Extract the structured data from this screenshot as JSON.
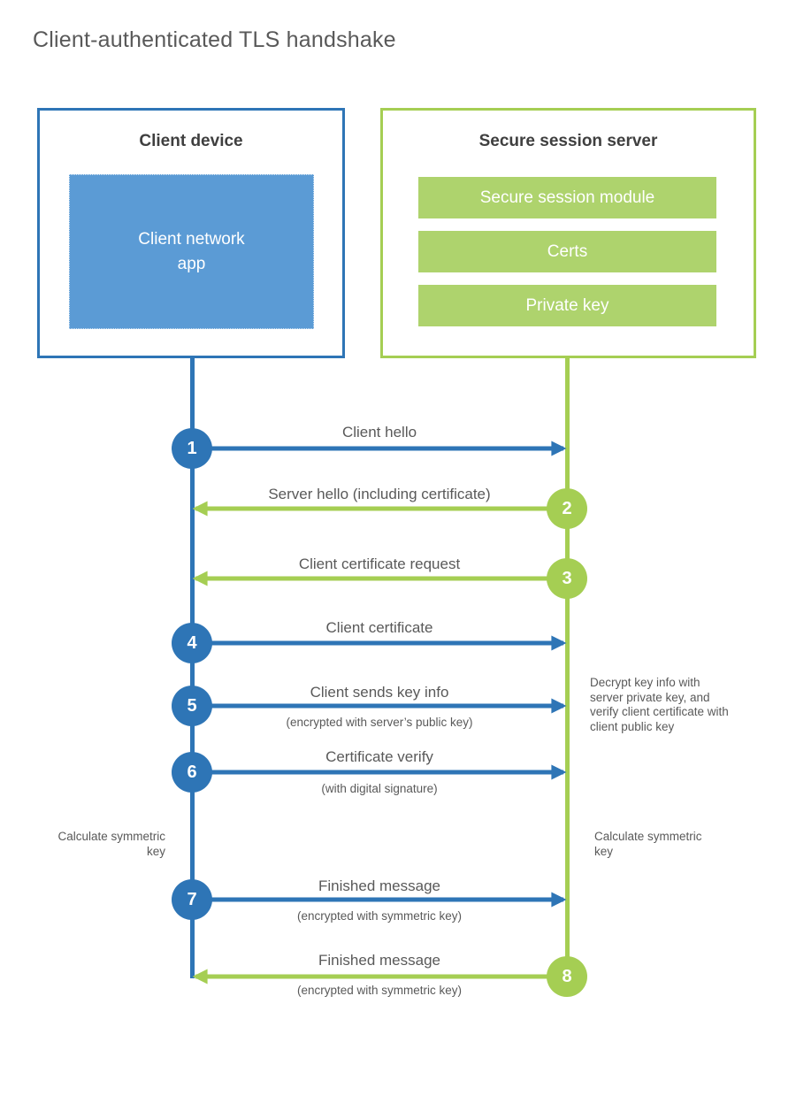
{
  "title": "Client-authenticated TLS handshake",
  "colors": {
    "blue": "#2e75b6",
    "blue-light": "#5b9bd5",
    "green": "#a5ce53",
    "green-light": "#aed36d",
    "heading": "#3f3f3f",
    "label": "#595959"
  },
  "client": {
    "title": "Client device",
    "app_label": "Client network app"
  },
  "server": {
    "title": "Secure session server",
    "modules": [
      "Secure session module",
      "Certs",
      "Private key"
    ]
  },
  "messages": [
    {
      "num": "1",
      "label": "Client hello",
      "sub": "",
      "direction": "client-to-server",
      "color": "blue"
    },
    {
      "num": "2",
      "label": "Server hello (including certificate)",
      "sub": "",
      "direction": "server-to-client",
      "color": "green"
    },
    {
      "num": "3",
      "label": "Client certificate request",
      "sub": "",
      "direction": "server-to-client",
      "color": "green"
    },
    {
      "num": "4",
      "label": "Client certificate",
      "sub": "",
      "direction": "client-to-server",
      "color": "blue"
    },
    {
      "num": "5",
      "label": "Client sends key info",
      "sub": "(encrypted with server’s public key)",
      "direction": "client-to-server",
      "color": "blue"
    },
    {
      "num": "6",
      "label": "Certificate verify",
      "sub": "(with digital signature)",
      "direction": "client-to-server",
      "color": "blue"
    },
    {
      "num": "7",
      "label": "Finished message",
      "sub": "(encrypted with symmetric key)",
      "direction": "client-to-server",
      "color": "blue"
    },
    {
      "num": "8",
      "label": "Finished message",
      "sub": "(encrypted with symmetric key)",
      "direction": "server-to-client",
      "color": "green"
    }
  ],
  "annotations": {
    "decrypt_note": "Decrypt key info with server private key, and verify client certificate with client public key",
    "calc_left": "Calculate symmetric key",
    "calc_right": "Calculate symmetric key"
  }
}
